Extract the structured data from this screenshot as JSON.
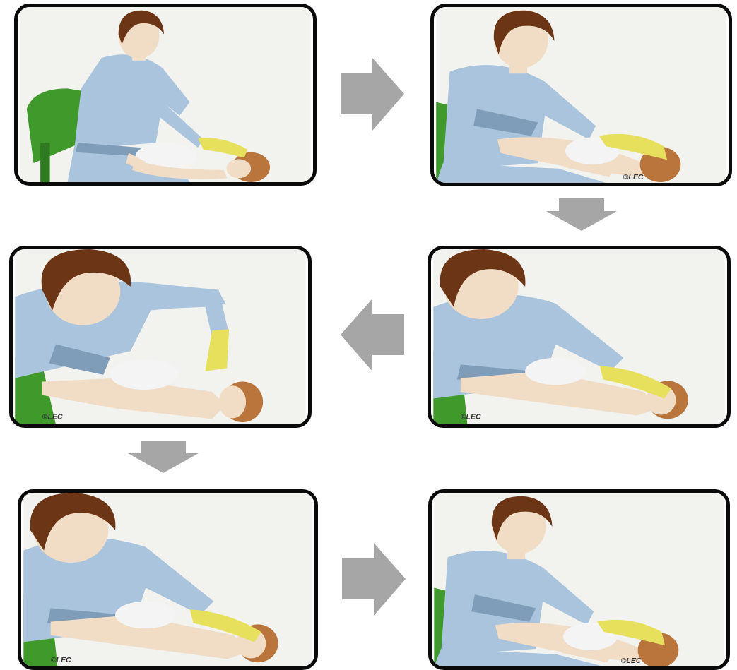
{
  "sequence": {
    "panels": [
      {
        "id": "panel-1",
        "step": 1,
        "scene": "back-blow-face-down",
        "stamp": ""
      },
      {
        "id": "panel-2",
        "step": 2,
        "scene": "back-blow-face-down-closeup",
        "stamp": "©LEC"
      },
      {
        "id": "panel-3",
        "step": 3,
        "scene": "turn-infant-face-up",
        "stamp": "©LEC"
      },
      {
        "id": "panel-4",
        "step": 4,
        "scene": "chest-thrust-two-fingers",
        "stamp": "©LEC"
      },
      {
        "id": "panel-5",
        "step": 5,
        "scene": "turn-infant-face-up",
        "stamp": "©LEC"
      },
      {
        "id": "panel-6",
        "step": 6,
        "scene": "back-blow-face-down-closeup",
        "stamp": "©LEC"
      }
    ],
    "arrows": [
      {
        "id": "arrow-1-2",
        "direction": "right"
      },
      {
        "id": "arrow-2-3",
        "direction": "down"
      },
      {
        "id": "arrow-3-4",
        "direction": "left"
      },
      {
        "id": "arrow-4-5",
        "direction": "down"
      },
      {
        "id": "arrow-5-6",
        "direction": "right"
      }
    ]
  },
  "colors": {
    "frame": "#0a0a0a",
    "arrow": "#a6a6a6",
    "scrubs": "#a9c4dc",
    "scrubs_shadow": "#7f9cb8",
    "hair": "#6b3516",
    "skin": "#f1dcc6",
    "glove": "#e6e05c",
    "chair": "#3f9a2b",
    "infant_hair": "#b9753b",
    "background": "#f2f2ee"
  }
}
